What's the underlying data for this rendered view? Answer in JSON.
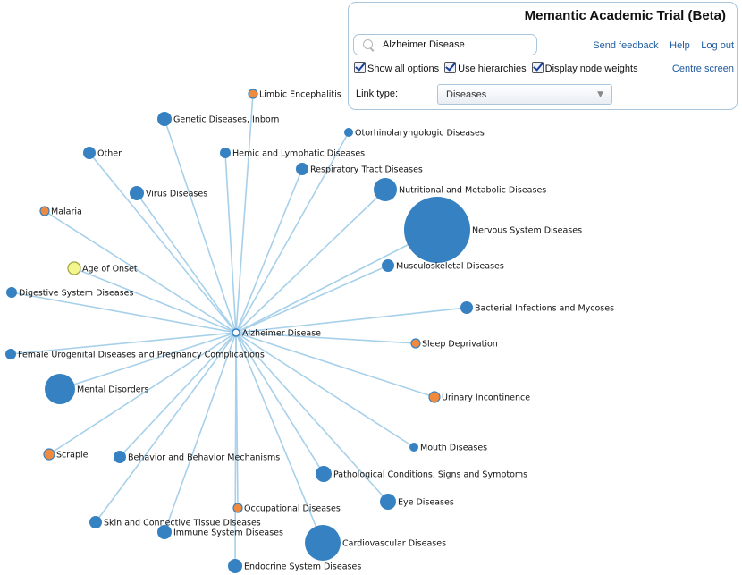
{
  "header": {
    "title": "Memantic Academic Trial (Beta)",
    "search_value": "Alzheimer Disease",
    "links": [
      "Send feedback",
      "Help",
      "Log out"
    ],
    "options": [
      "Show all options",
      "Use hierarchies",
      "Display node weights"
    ],
    "centre_label": "Centre screen",
    "link_type_label": "Link type:",
    "link_type_value": "Diseases"
  },
  "colors": {
    "node_blue": "#3581c2",
    "node_orange": "#ef8a3e",
    "node_yellow": "#f4f58f",
    "edge": "#a7d0ea",
    "link": "#1e5a9e"
  },
  "graph": {
    "center": "Alzheimer Disease",
    "nodes": [
      {
        "label": "Limbic Encephalitis",
        "color": "orange"
      },
      {
        "label": "Genetic Diseases, Inborn",
        "color": "blue"
      },
      {
        "label": "Otorhinolaryngologic Diseases",
        "color": "blue"
      },
      {
        "label": "Other",
        "color": "blue"
      },
      {
        "label": "Hemic and Lymphatic Diseases",
        "color": "blue"
      },
      {
        "label": "Respiratory Tract Diseases",
        "color": "blue"
      },
      {
        "label": "Virus Diseases",
        "color": "blue"
      },
      {
        "label": "Nutritional and Metabolic Diseases",
        "color": "blue"
      },
      {
        "label": "Malaria",
        "color": "orange"
      },
      {
        "label": "Nervous System Diseases",
        "color": "blue"
      },
      {
        "label": "Age of Onset",
        "color": "yellow"
      },
      {
        "label": "Musculoskeletal Diseases",
        "color": "blue"
      },
      {
        "label": "Digestive System Diseases",
        "color": "blue"
      },
      {
        "label": "Bacterial Infections and Mycoses",
        "color": "blue"
      },
      {
        "label": "Sleep Deprivation",
        "color": "orange"
      },
      {
        "label": "Female Urogenital Diseases and Pregnancy Complications",
        "color": "blue"
      },
      {
        "label": "Mental Disorders",
        "color": "blue"
      },
      {
        "label": "Urinary Incontinence",
        "color": "orange"
      },
      {
        "label": "Mouth Diseases",
        "color": "blue"
      },
      {
        "label": "Scrapie",
        "color": "orange"
      },
      {
        "label": "Behavior and Behavior Mechanisms",
        "color": "blue"
      },
      {
        "label": "Pathological Conditions, Signs and Symptoms",
        "color": "blue"
      },
      {
        "label": "Eye Diseases",
        "color": "blue"
      },
      {
        "label": "Occupational Diseases",
        "color": "orange"
      },
      {
        "label": "Skin and Connective Tissue Diseases",
        "color": "blue"
      },
      {
        "label": "Immune System Diseases",
        "color": "blue"
      },
      {
        "label": "Cardiovascular Diseases",
        "color": "blue"
      },
      {
        "label": "Endocrine System Diseases",
        "color": "blue"
      }
    ]
  }
}
